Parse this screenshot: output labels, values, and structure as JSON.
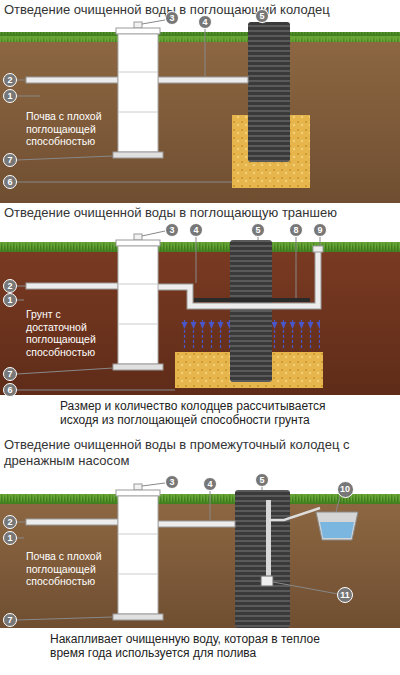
{
  "diagram": {
    "nodes": [
      {
        "text": [
          "3"
        ]
      },
      {
        "text": [
          "4"
        ]
      },
      {
        "text": [
          "5"
        ]
      },
      {
        "text": [
          "2"
        ]
      },
      {
        "text": [
          "1"
        ]
      },
      {
        "text": [
          "7"
        ]
      },
      {
        "text": [
          "6"
        ]
      },
      {
        "text": [
          "3"
        ]
      },
      {
        "text": [
          "4"
        ]
      },
      {
        "text": [
          "5"
        ]
      },
      {
        "text": [
          "8"
        ]
      },
      {
        "text": [
          "9"
        ]
      },
      {
        "text": [
          "2"
        ]
      },
      {
        "text": [
          "1"
        ]
      },
      {
        "text": [
          "7"
        ]
      },
      {
        "text": [
          "6"
        ]
      },
      {
        "text": [
          "3"
        ]
      },
      {
        "text": [
          "4"
        ]
      },
      {
        "text": [
          "5"
        ]
      },
      {
        "text": [
          "10"
        ]
      },
      {
        "text": [
          "2"
        ]
      },
      {
        "text": [
          "1"
        ]
      },
      {
        "text": [
          "7"
        ]
      },
      {
        "text": [
          "11"
        ]
      }
    ],
    "labels": [
      "Отведение очищенной воды в поглощающий колодец",
      "Почва с плохой поглощающей способностью",
      "Отведение очищенной воды в поглощающую траншею",
      "Грунт с достаточной поглощающей способностью",
      "Размер и количество колодцев рассчитывается исходя из поглощающей способности грунта",
      "Отведение очищенной воды в промежуточный колодец с дренажным насосом",
      "Почва с плохой поглощающей способностью",
      "Накапливает очищенную воду, которая в теплое время года используется для полива"
    ]
  }
}
